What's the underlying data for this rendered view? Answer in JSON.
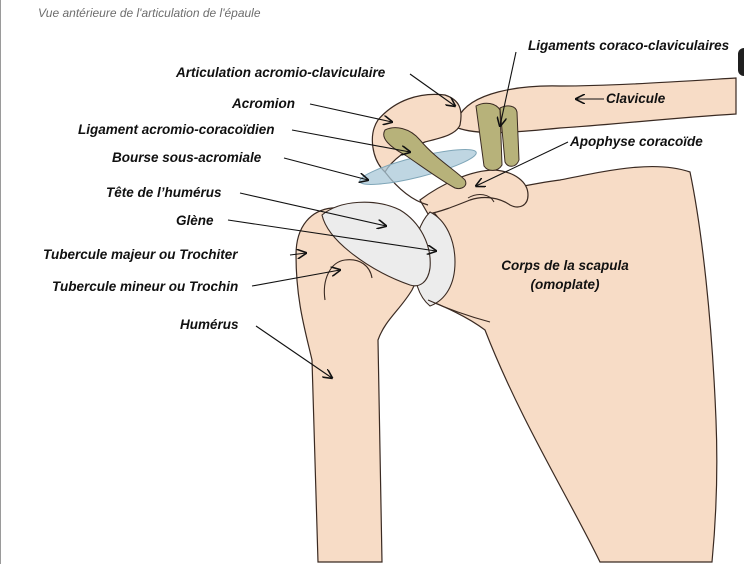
{
  "caption": "Vue antérieure de l'articulation de l'épaule",
  "colors": {
    "bone": "#f7dcc6",
    "bone_outline": "#3a2a22",
    "cartilage": "#ececec",
    "ligament": "#b7b27a",
    "bursa": "#a9c8d8",
    "text": "#111111"
  },
  "labels": {
    "articulation_ac": "Articulation acromio-claviculaire",
    "acromion": "Acromion",
    "ligament_ac": "Ligament acromio-coracoïdien",
    "bourse": "Bourse sous-acromiale",
    "tete_humerus": "Tête de l’humérus",
    "glene": "Glène",
    "tubercule_majeur": "Tubercule majeur ou Trochiter",
    "tubercule_mineur": "Tubercule mineur ou Trochin",
    "humerus": "Humérus",
    "ligaments_cc": "Ligaments coraco-claviculaires",
    "clavicule": "Clavicule",
    "apophyse": "Apophyse coracoïde",
    "scapula_line1": "Corps de la scapula",
    "scapula_line2": "(omoplate)"
  }
}
